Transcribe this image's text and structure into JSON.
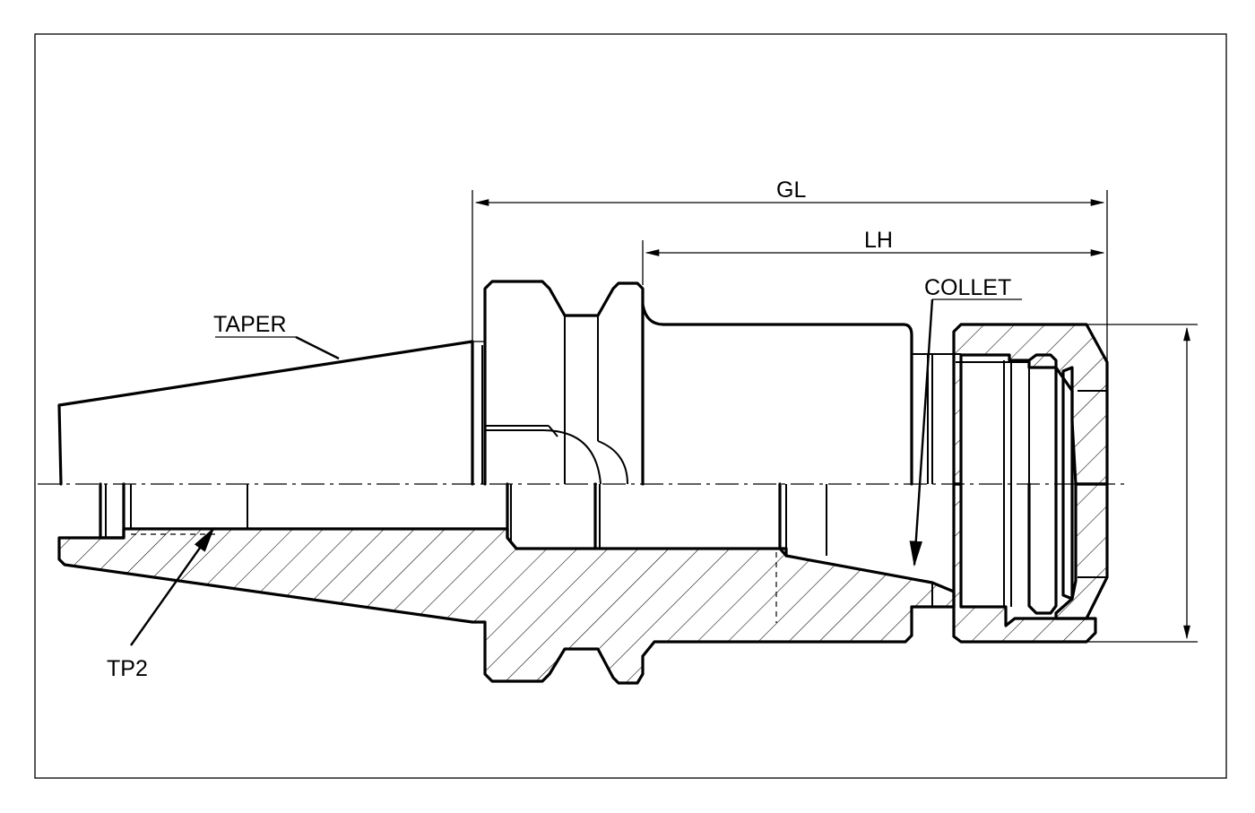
{
  "labels": {
    "gl": "GL",
    "lh": "LH",
    "collet": "COLLET",
    "taper": "TAPER",
    "tp2": "TP2"
  },
  "colors": {
    "line": "#000000",
    "background": "#ffffff"
  }
}
